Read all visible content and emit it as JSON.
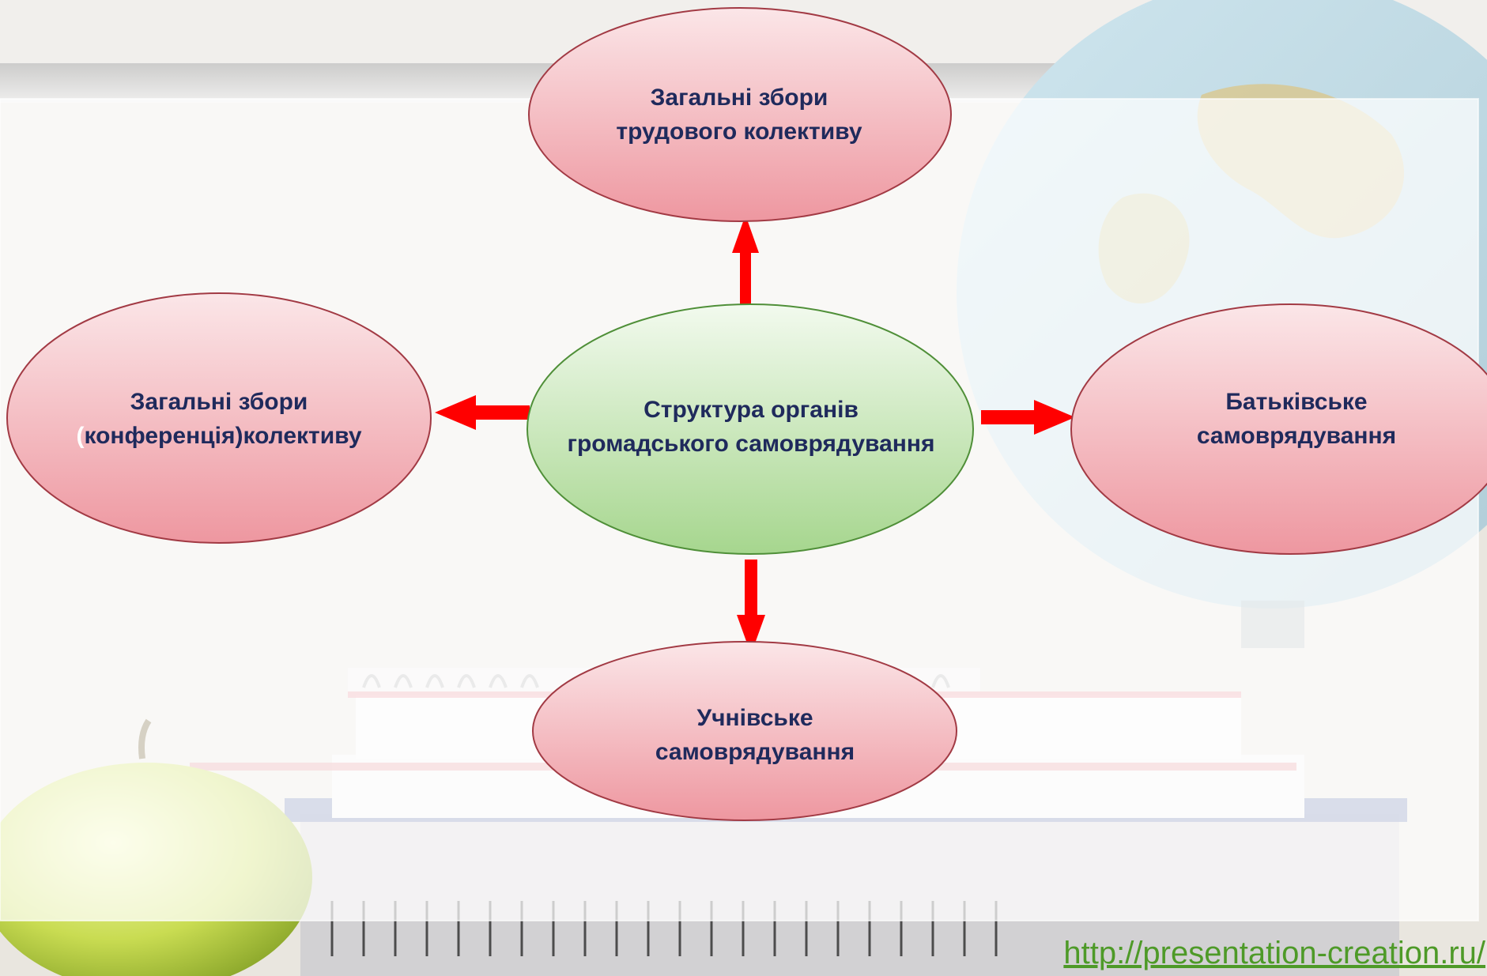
{
  "diagram": {
    "center": {
      "lines": [
        "Структура органів",
        "громадського самоврядування"
      ]
    },
    "top": {
      "lines": [
        "Загальні збори",
        "трудового колективу"
      ]
    },
    "left": {
      "line1": "Загальні збори",
      "line2_open_paren": "(",
      "line2_rest": "конференція)колективу"
    },
    "right": {
      "lines": [
        "Батьківське",
        "самоврядування"
      ]
    },
    "bottom": {
      "lines": [
        "Учнівське",
        "самоврядування"
      ]
    }
  },
  "footer": {
    "url": "http://presentation-creation.ru/"
  },
  "colors": {
    "center_fill_top": "#f2faee",
    "center_fill_bottom": "#a6d68e",
    "center_stroke": "#4f8f38",
    "node_fill_top": "#fbe6e8",
    "node_fill_bottom": "#ee97a0",
    "node_stroke": "#a23a44",
    "arrow": "#ff0000",
    "text": "#1f2a5c",
    "url": "#4e9a28"
  }
}
